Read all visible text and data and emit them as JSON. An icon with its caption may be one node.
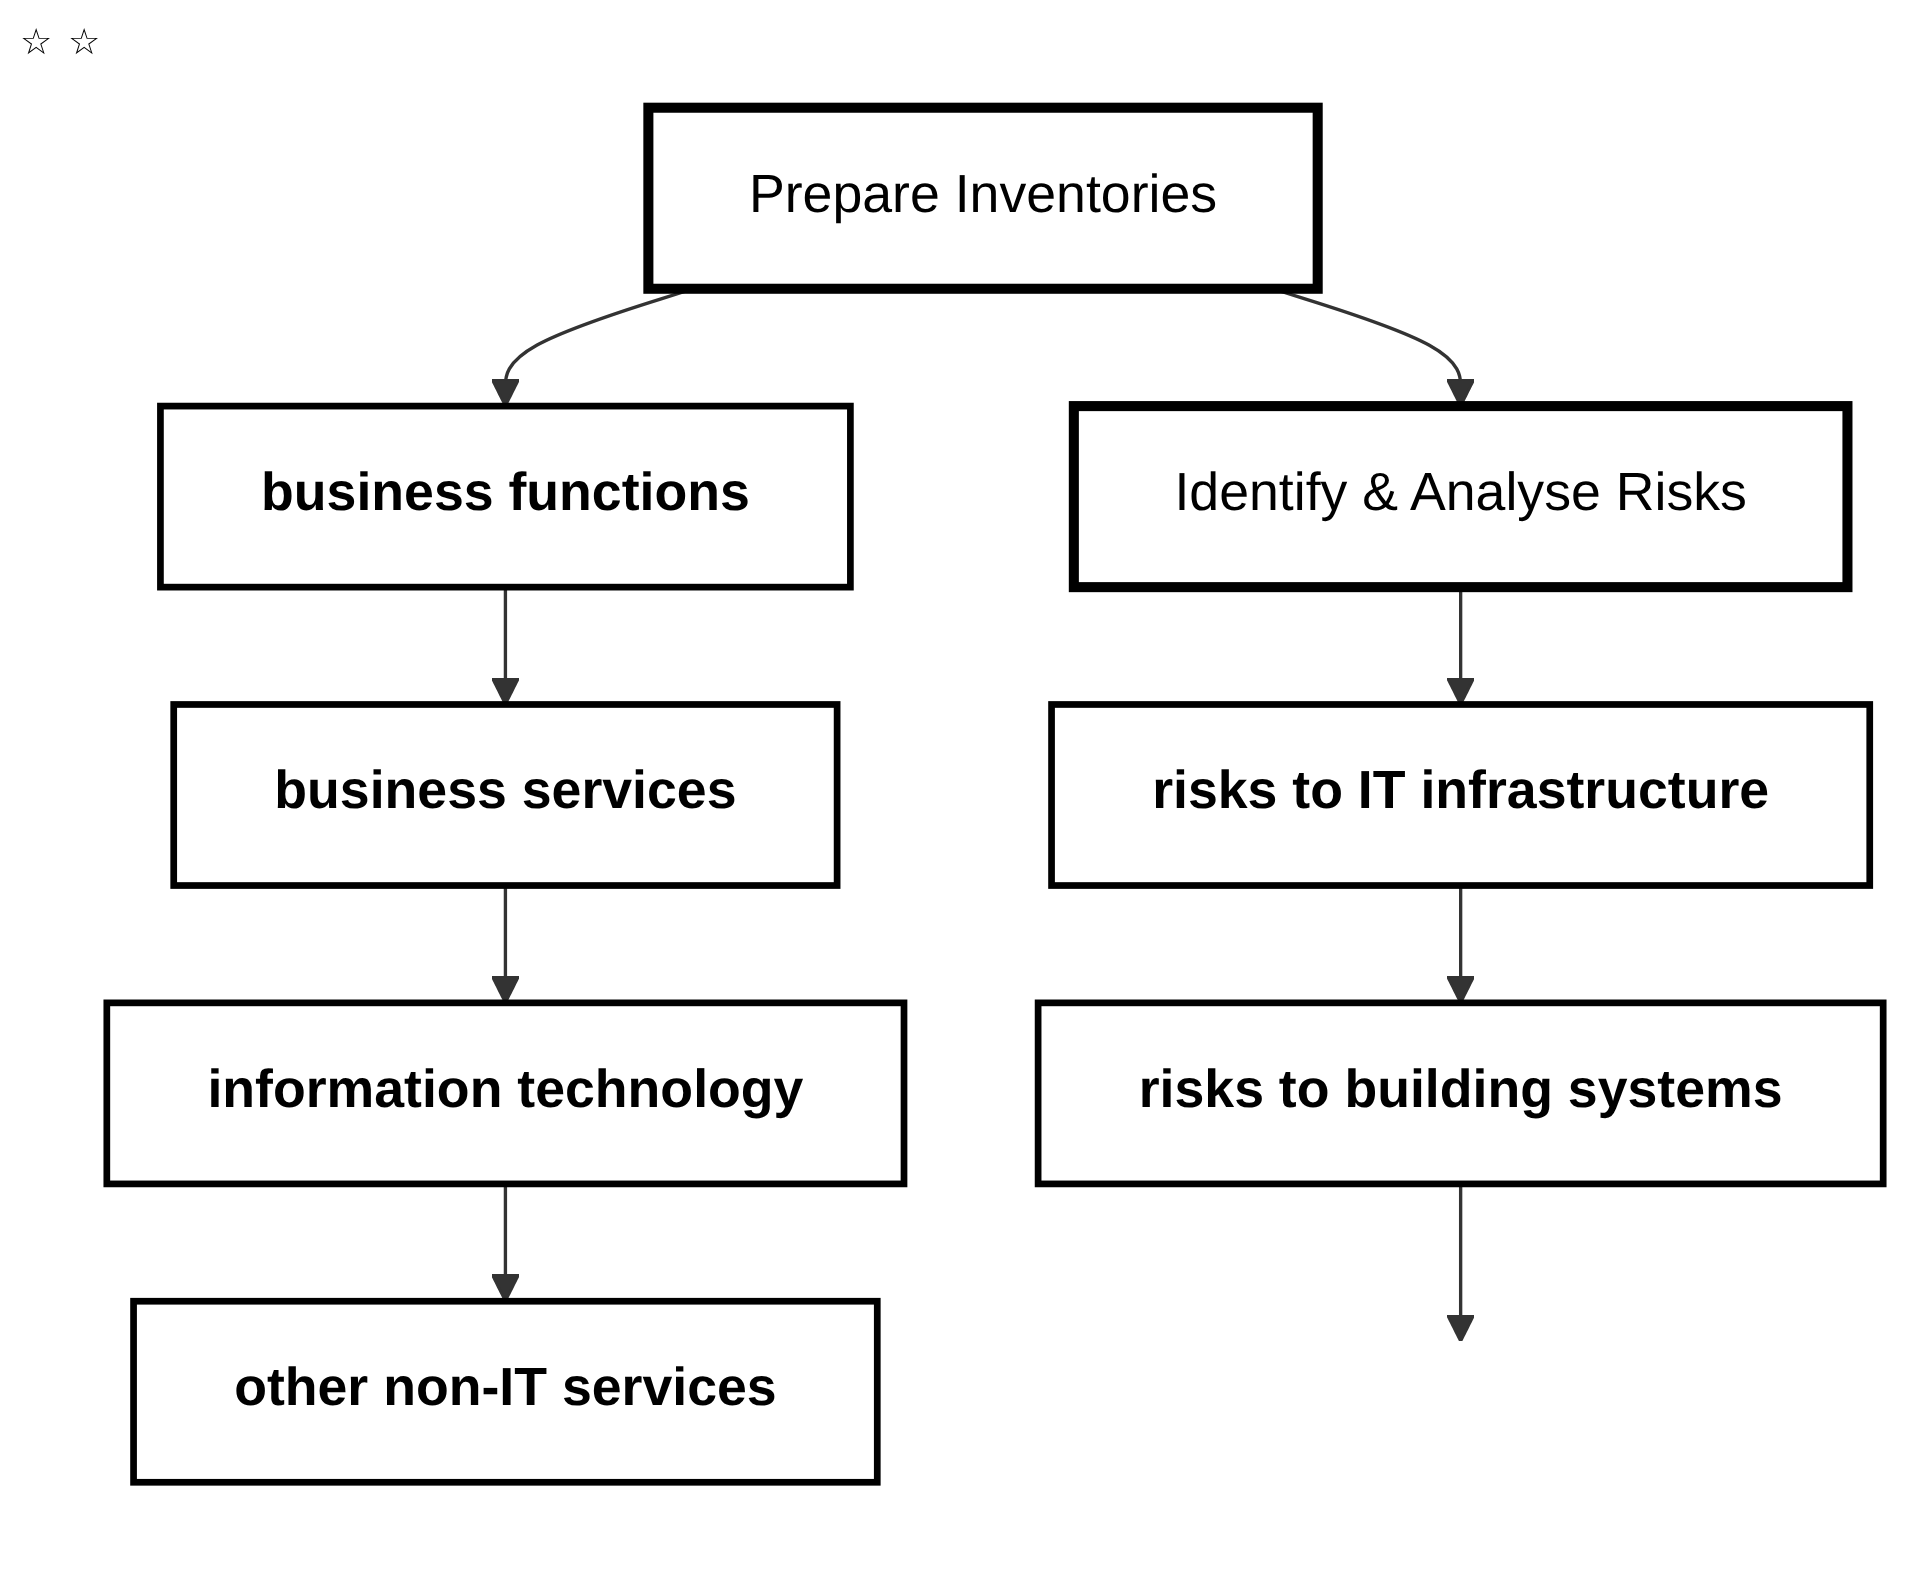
{
  "diagram": {
    "nodes": [
      {
        "text": [
          "Prepare Inventories"
        ]
      },
      {
        "text": [
          "business functions"
        ]
      },
      {
        "text": [
          "business services"
        ]
      },
      {
        "text": [
          "information technology"
        ]
      },
      {
        "text": [
          "other non-IT services"
        ]
      },
      {
        "text": [
          "Identify & Analyse Risks"
        ]
      },
      {
        "text": [
          "risks to IT infrastructure"
        ]
      },
      {
        "text": [
          "risks to building systems"
        ]
      }
    ],
    "edges": [
      {
        "from": 0,
        "to": 1,
        "arrow": "to"
      },
      {
        "from": 1,
        "to": 2,
        "arrow": "to"
      },
      {
        "from": 2,
        "to": 3,
        "arrow": "to"
      },
      {
        "from": 3,
        "to": 4,
        "arrow": "to"
      },
      {
        "from": 0,
        "to": 5,
        "arrow": "to"
      },
      {
        "from": 5,
        "to": 6,
        "arrow": "to"
      },
      {
        "from": 6,
        "to": 7,
        "arrow": "to"
      },
      {
        "from": 7,
        "to": null,
        "arrow": "to"
      }
    ],
    "labels": [
      "☆",
      "☆"
    ]
  }
}
